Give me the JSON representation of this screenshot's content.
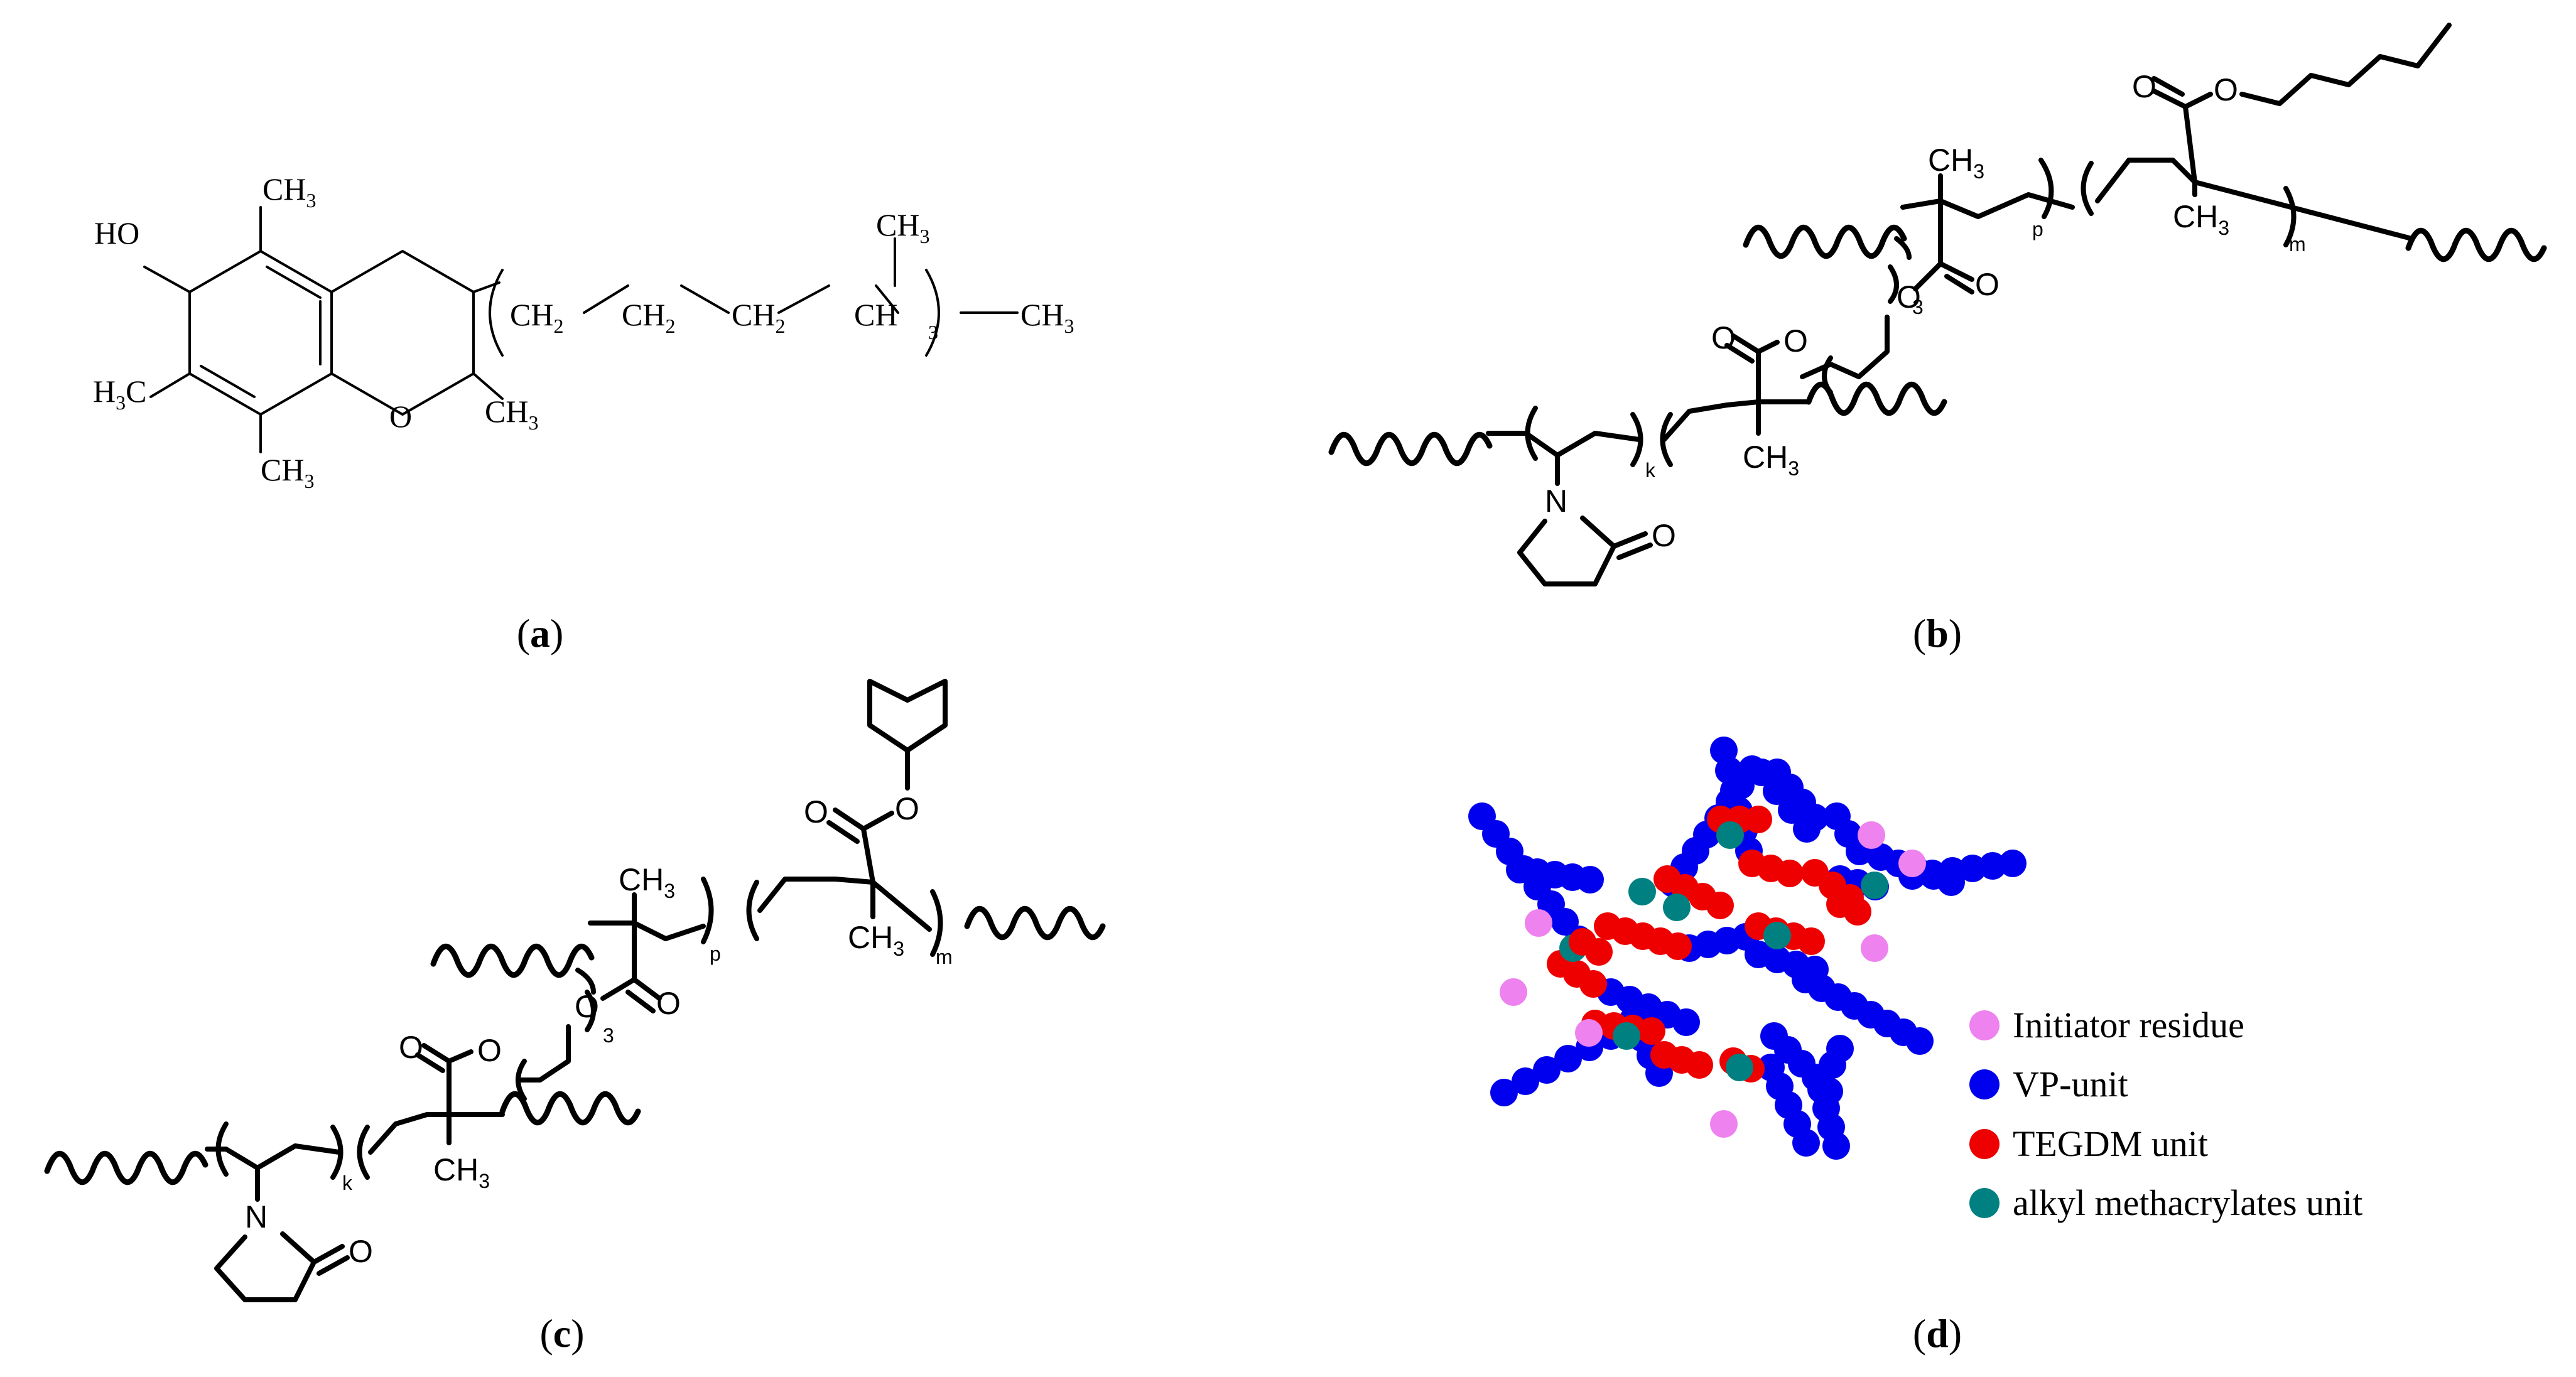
{
  "panels": {
    "a": {
      "label_open": "(",
      "label_letter": "a",
      "label_close": ")",
      "atoms": {
        "ho": "HO",
        "o_ring": "O",
        "ch3": "CH",
        "ch2": "CH",
        "ch": "CH",
        "h3c": "H",
        "c": "C",
        "sub3": "3",
        "sub2": "2",
        "repeat": "3"
      }
    },
    "b": {
      "label_open": "(",
      "label_letter": "b",
      "label_close": ")",
      "atoms": {
        "o": "O",
        "n": "N",
        "ch3": "CH",
        "sub3": "3",
        "p": "p",
        "m": "m",
        "k": "k",
        "three": "3"
      }
    },
    "c": {
      "label_open": "(",
      "label_letter": "c",
      "label_close": ")",
      "atoms": {
        "o": "O",
        "n": "N",
        "ch3": "CH",
        "sub3": "3",
        "p": "p",
        "m": "m",
        "k": "k",
        "three": "3"
      }
    },
    "d": {
      "label_open": "(",
      "label_letter": "d",
      "label_close": ")",
      "legend": [
        {
          "label": "Initiator residue",
          "color": "#ee82ee"
        },
        {
          "label": "VP-unit",
          "color": "#0000ee"
        },
        {
          "label": "TEGDM unit",
          "color": "#ee0000"
        },
        {
          "label": "alkyl methacrylates unit",
          "color": "#008080"
        }
      ]
    }
  }
}
